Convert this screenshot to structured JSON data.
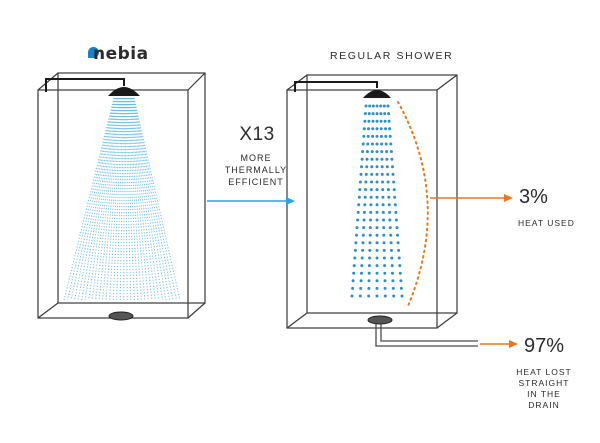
{
  "brand": {
    "name": "nebia",
    "accent_color": "#1d7fc4",
    "icon": "nebia-drop-logo"
  },
  "regular": {
    "title": "REGULAR SHOWER"
  },
  "comparison": {
    "factor": "X13",
    "description": "MORE THERMALLY EFFICIENT",
    "arrow_color": "#29a3e3"
  },
  "heat_used": {
    "percent": "3%",
    "label": "HEAT USED",
    "arrow_color": "#e8781f"
  },
  "heat_lost": {
    "percent": "97%",
    "label": "HEAT LOST STRAIGHT IN THE DRAIN",
    "arrow_color": "#e8781f"
  },
  "colors": {
    "spray": "#58b6e8",
    "dots": "#2a8fca",
    "outline": "#3a3a3a",
    "heat_curve": "#e8781f"
  }
}
